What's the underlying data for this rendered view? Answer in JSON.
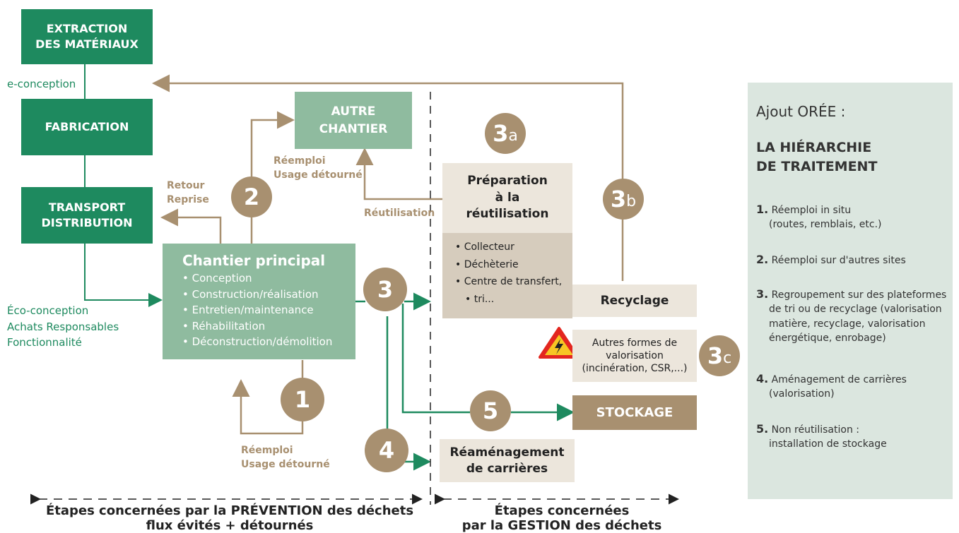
{
  "boxes": {
    "extraction": [
      "EXTRACTION",
      "DES MATÉRIAUX"
    ],
    "fabrication": "FABRICATION",
    "transport": [
      "TRANSPORT",
      "DISTRIBUTION"
    ],
    "autre_chantier": [
      "AUTRE",
      "CHANTIER"
    ],
    "chantier_principal": {
      "title": "Chantier principal",
      "items": [
        "Conception",
        "Construction/réalisation",
        "Entretien/maintenance",
        "Réhabilitation",
        "Déconstruction/démolition"
      ]
    },
    "preparation": {
      "title": [
        "Préparation",
        "à la",
        "réutilisation"
      ],
      "items": [
        "Collecteur",
        "Déchèterie",
        "Centre de transfert,",
        "tri..."
      ]
    },
    "recyclage": "Recyclage",
    "autres_formes": [
      "Autres formes de",
      "valorisation",
      "(incinération, CSR,...)"
    ],
    "stockage": "STOCKAGE",
    "reamenagement": [
      "Réaménagement",
      "de carrières"
    ]
  },
  "labels": {
    "e_conception": "e-conception",
    "eco_conception": [
      "Éco-conception",
      "Achats Responsables",
      "Fonctionnalité"
    ],
    "retour_reprise": [
      "Retour",
      "Reprise"
    ],
    "reemploi_usage_top": [
      "Réemploi",
      "Usage détourné"
    ],
    "reutilisation": "Réutilisation",
    "reemploi_usage_bottom": [
      "Réemploi",
      "Usage détourné"
    ]
  },
  "circles": {
    "c1": "1",
    "c2": "2",
    "c3": "3",
    "c4": "4",
    "c5": "5",
    "c3a_num": "3",
    "c3a_sub": "a",
    "c3b_num": "3",
    "c3b_sub": "b",
    "c3c_num": "3",
    "c3c_sub": "c"
  },
  "panel": {
    "heading": "Ajout ORÉE :",
    "title": [
      "LA HIÉRARCHIE",
      "DE TRAITEMENT"
    ],
    "items": [
      {
        "num": "1.",
        "lines": [
          "Réemploi in situ",
          "(routes, remblais, etc.)"
        ]
      },
      {
        "num": "2.",
        "lines": [
          "Réemploi sur d'autres sites"
        ]
      },
      {
        "num": "3.",
        "lines": [
          "Regroupement sur des plateformes",
          "de tri ou de recyclage (valorisation",
          "matière, recyclage, valorisation",
          "énergétique, enrobage)"
        ]
      },
      {
        "num": "4.",
        "lines": [
          "Aménagement de carrières",
          "(valorisation)"
        ]
      },
      {
        "num": "5.",
        "lines": [
          "Non réutilisation :",
          "installation de stockage"
        ]
      }
    ]
  },
  "footer": {
    "prevention": [
      "Étapes concernées par la PRÉVENTION des déchets",
      "flux évités + détournés"
    ],
    "gestion": [
      "Étapes concernées",
      "par la GESTION des déchets"
    ]
  },
  "colors": {
    "green_dark": "#1e8a5f",
    "green_light": "#8fbb9f",
    "tan": "#a89070",
    "tan_light": "#ece6dc",
    "panel": "#dbe6df"
  }
}
